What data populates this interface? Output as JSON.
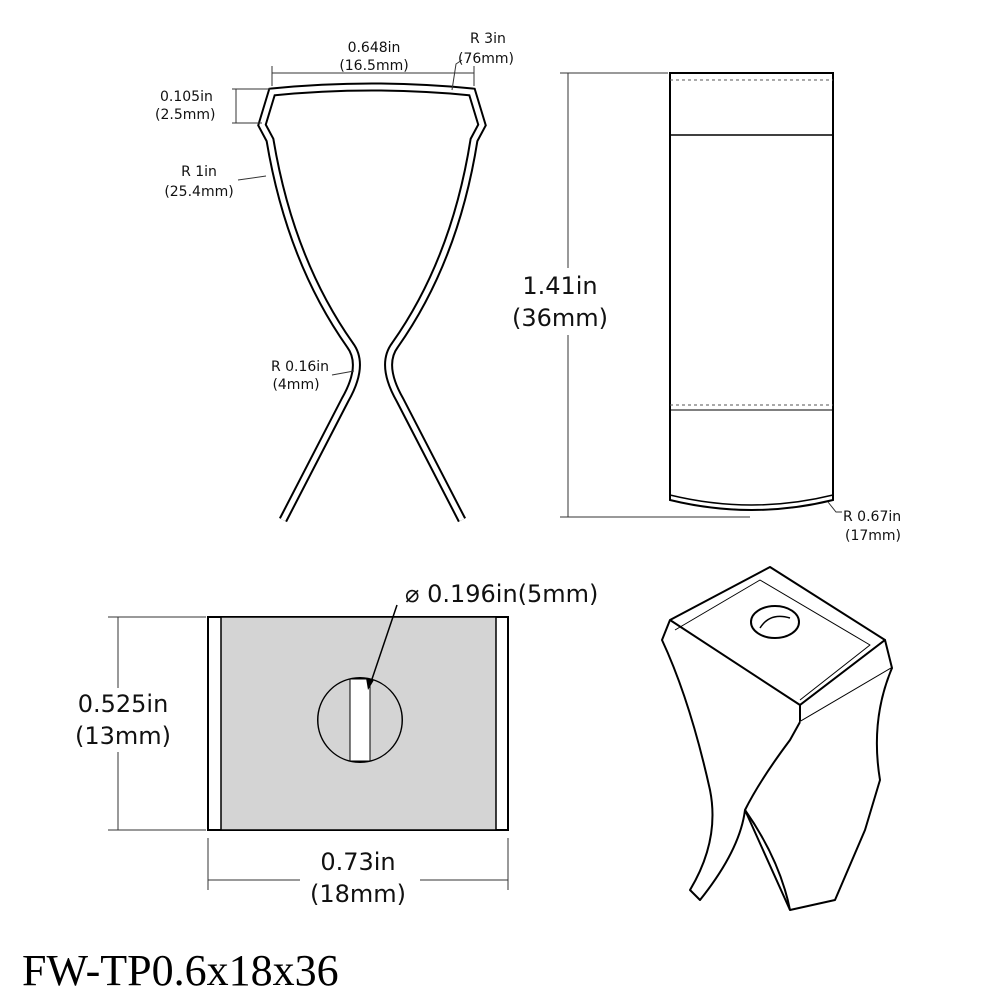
{
  "front_view": {
    "top_width": {
      "in": "0.648in",
      "mm": "(16.5mm)"
    },
    "top_radius": {
      "in": "R 3in",
      "mm": "(76mm)"
    },
    "notch_height": {
      "in": "0.105in",
      "mm": "(2.5mm)"
    },
    "side_radius": {
      "in": "R 1in",
      "mm": "(25.4mm)"
    },
    "bend_radius": {
      "in": "R 0.16in",
      "mm": "(4mm)"
    }
  },
  "side_view": {
    "height": {
      "in": "1.41in",
      "mm": "(36mm)"
    },
    "bottom_radius": {
      "in": "R 0.67in",
      "mm": "(17mm)"
    }
  },
  "top_view": {
    "hole": "⌀ 0.196in(5mm)",
    "height": {
      "in": "0.525in",
      "mm": "(13mm)"
    },
    "width": {
      "in": "0.73in",
      "mm": "(18mm)"
    }
  },
  "model": "FW-TP0.6x18x36"
}
